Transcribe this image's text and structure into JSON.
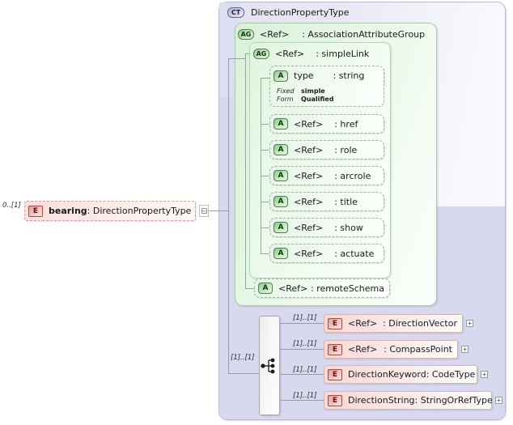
{
  "diagram": {
    "title": "DirectionPropertyType",
    "kind_badges": {
      "complex_type": "CT",
      "attribute_group": "AG",
      "attribute": "A",
      "element": "E"
    }
  },
  "root_element": {
    "cardinality": "0..[1]",
    "badge": "E",
    "name": "bearing",
    "type": ": DirectionPropertyType",
    "collapse_symbol": "–"
  },
  "complex_type": {
    "badge": "CT",
    "name": "DirectionPropertyType"
  },
  "attribute_group_outer": {
    "badge": "AG",
    "ref": "<Ref>",
    "type": ": AssociationAttributeGroup"
  },
  "attribute_group_inner": {
    "badge": "AG",
    "ref": "<Ref>",
    "type": ": simpleLink"
  },
  "type_attribute": {
    "badge": "A",
    "name": "type",
    "type": ": string",
    "facets": [
      {
        "label": "Fixed",
        "value": "simple"
      },
      {
        "label": "Form",
        "value": "Qualified"
      }
    ]
  },
  "attributes": [
    {
      "badge": "A",
      "ref": "<Ref>",
      "type": ": href"
    },
    {
      "badge": "A",
      "ref": "<Ref>",
      "type": ": role"
    },
    {
      "badge": "A",
      "ref": "<Ref>",
      "type": ": arcrole"
    },
    {
      "badge": "A",
      "ref": "<Ref>",
      "type": ": title"
    },
    {
      "badge": "A",
      "ref": "<Ref>",
      "type": ": show"
    },
    {
      "badge": "A",
      "ref": "<Ref>",
      "type": ": actuate"
    }
  ],
  "remote_schema_attribute": {
    "badge": "A",
    "ref": "<Ref>",
    "type": ": remoteSchema"
  },
  "choice": {
    "cardinality": "[1]..[1]",
    "icon": "choice-compositor-icon",
    "options": [
      {
        "cardinality": "[1]..[1]",
        "badge": "E",
        "name": "<Ref>",
        "type": ": DirectionVector",
        "expand": "+"
      },
      {
        "cardinality": "[1]..[1]",
        "badge": "E",
        "name": "<Ref>",
        "type": ": CompassPoint",
        "expand": "+"
      },
      {
        "cardinality": "[1]..[1]",
        "badge": "E",
        "name": "DirectionKeyword",
        "type": ": CodeType",
        "expand": "+"
      },
      {
        "cardinality": "[1]..[1]",
        "badge": "E",
        "name": "DirectionString",
        "type": ": StringOrRefType",
        "expand": "+"
      }
    ]
  },
  "colors": {
    "element_fill": "#f8d8d6",
    "element_border": "#d9b4b1",
    "attribute_fill": "#e6f6e5",
    "attribute_border": "#9ab79a",
    "complex_type_fill": "#e2e2f2",
    "complex_type_border": "#b9b9cf",
    "lavender_inner": "#d8d8ef",
    "connector": "#9a9aa8",
    "canvas": "#ffffff"
  }
}
